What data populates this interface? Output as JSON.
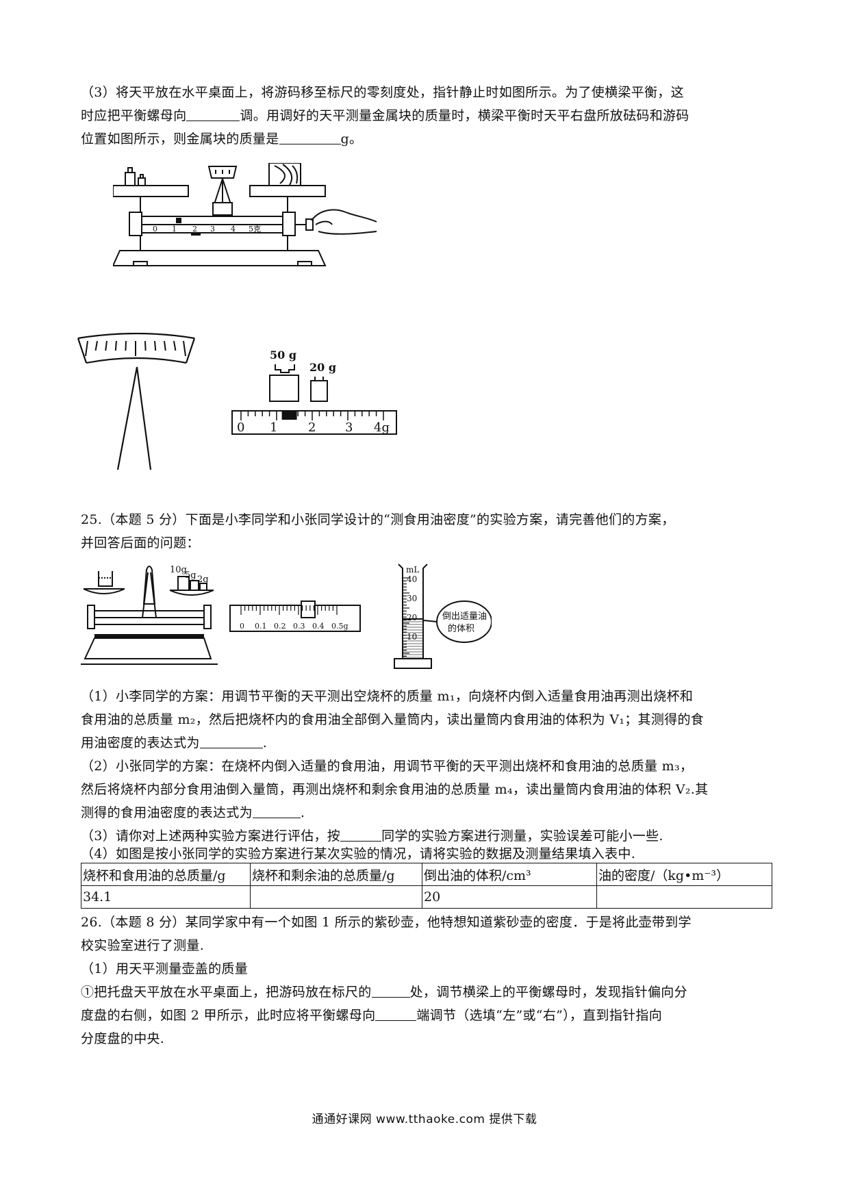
{
  "q24_3": {
    "line1": "（3）将天平放在水平桌面上，将游码移至标尺的零刻度处，指针静止时如图所示。为了使横梁平衡，这",
    "line2a": "时应把平衡螺母向",
    "line2b": "调。用调好的天平测量金属块的质量时，横梁平衡时天平右盘所放砝码和游码",
    "line3a": "位置如图所示，则金属块的质量是",
    "line3b": "g。"
  },
  "fig1": {
    "scale_labels": [
      "0",
      "1",
      "2",
      "3",
      "4",
      "5克"
    ]
  },
  "fig2": {
    "weight_a": "50 g",
    "weight_b": "20 g",
    "ruler_labels": [
      "0",
      "1",
      "2",
      "3",
      "4g"
    ],
    "rider_value": 1.3
  },
  "q25": {
    "line1": "25.（本题 5 分）下面是小李同学和小张同学设计的“测食用油密度”的实验方案，请完善他们的方案，",
    "line2": "并回答后面的问题："
  },
  "fig3": {
    "weights": [
      "10g",
      "5g",
      "2g"
    ],
    "ruler_labels": [
      "0",
      "0.1",
      "0.2",
      "0.3",
      "0.4",
      "0.5g"
    ],
    "cyl_unit": "mL",
    "cyl_labels": [
      "40",
      "30",
      "20",
      "10"
    ],
    "bubble_line1": "倒出适量油",
    "bubble_line2": "的体积"
  },
  "p1": {
    "line1": "（1）小李同学的方案：用调节平衡的天平测出空烧杯的质量 m₁，向烧杯内倒入适量食用油再测出烧杯和",
    "line2": "食用油的总质量 m₂，然后把烧杯内的食用油全部倒入量筒内，读出量筒内食用油的体积为 V₁；其测得的食",
    "line3a": "用油密度的表达式为",
    "line3b": "."
  },
  "p2": {
    "line1": "（2）小张同学的方案：在烧杯内倒入适量的食用油，用调节平衡的天平测出烧杯和食用油的总质量 m₃，",
    "line2": "然后将烧杯内部分食用油倒入量筒，再测出烧杯和剩余食用油的总质量 m₄，读出量筒内食用油的体积 V₂.其",
    "line3a": "测得的食用油密度的表达式为",
    "line3b": "."
  },
  "p3": {
    "a": "（3）请你对上述两种实验方案进行评估，按",
    "b": "同学的实验方案进行测量，实验误差可能小一些."
  },
  "p4": {
    "text": "（4）如图是按小张同学的实验方案进行某次实验的情况，请将实验的数据及测量结果填入表中."
  },
  "table": {
    "headers": [
      "烧杯和食用油的总质量/g",
      "烧杯和剩余油的总质量/g",
      "倒出油的体积/cm³",
      "油的密度/（kg•m⁻³）"
    ],
    "row": [
      "34.1",
      "",
      "20",
      ""
    ]
  },
  "q26": {
    "line1": "26.（本题 8 分）某同学家中有一个如图 1 所示的紫砂壶，他特想知道紫砂壶的密度．于是将此壶带到学",
    "line2": "校实验室进行了测量.",
    "line3": "（1）用天平测量壶盖的质量",
    "line4a": "①把托盘天平放在水平桌面上，把游码放在标尺的",
    "line4b": "处，调节横梁上的平衡螺母时，发现指针偏向分",
    "line5a": "度盘的右侧，如图 2 甲所示，此时应将平衡螺母向",
    "line5b": "端调节（选填“左”或“右”），直到指针指向",
    "line6": "分度盘的中央."
  },
  "footer": {
    "text": "通通好课网 www.tthaoke.com 提供下载"
  }
}
